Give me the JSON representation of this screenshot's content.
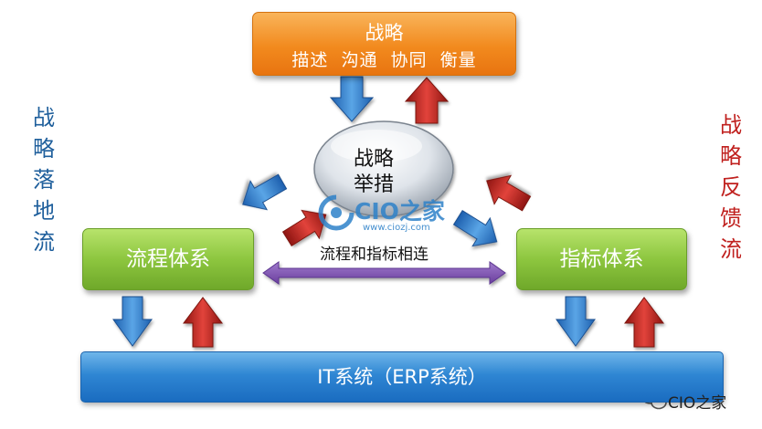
{
  "strategy": {
    "title": "战略",
    "subtitle": "描述  沟通  协同  衡量"
  },
  "measure": {
    "line1": "战略",
    "line2": "举措"
  },
  "process_box": "流程体系",
  "kpi_box": "指标体系",
  "connect_label": "流程和指标相连",
  "it_box": "IT系统（ERP系统）",
  "side_left": "战略落地流",
  "side_right": "战略反馈流",
  "watermark": {
    "logo_text": "CIO之家",
    "url": "www.ciozj.com"
  },
  "corner_badge": "CIO之家",
  "colors": {
    "down_arrow": "#2f80d0",
    "up_arrow": "#c9261f",
    "double_arrow": "#7d4fb0",
    "left_text": "#1f5f9c",
    "right_text": "#c0201e"
  }
}
